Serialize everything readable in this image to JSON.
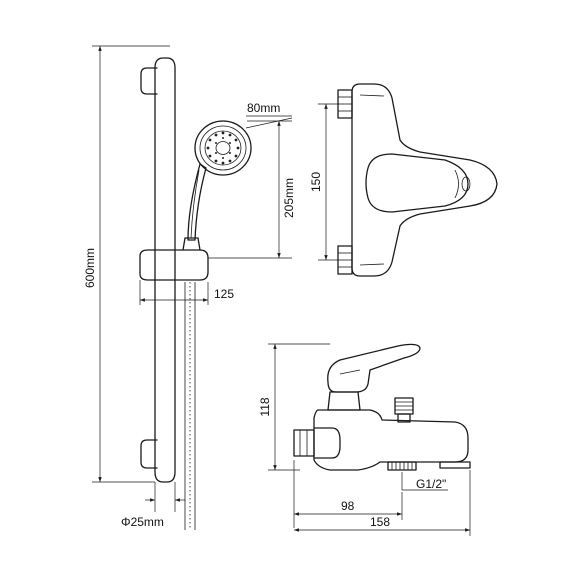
{
  "dimensions": {
    "bar_height": "600mm",
    "handset_diameter": "80mm",
    "handset_height": "205mm",
    "holder_offset": "125",
    "bar_diameter": "Φ25mm",
    "mixer_centres": "150",
    "mixer_height": "118",
    "spout_offset": "98",
    "mixer_length": "158",
    "outlet_thread": "G1/2\""
  }
}
